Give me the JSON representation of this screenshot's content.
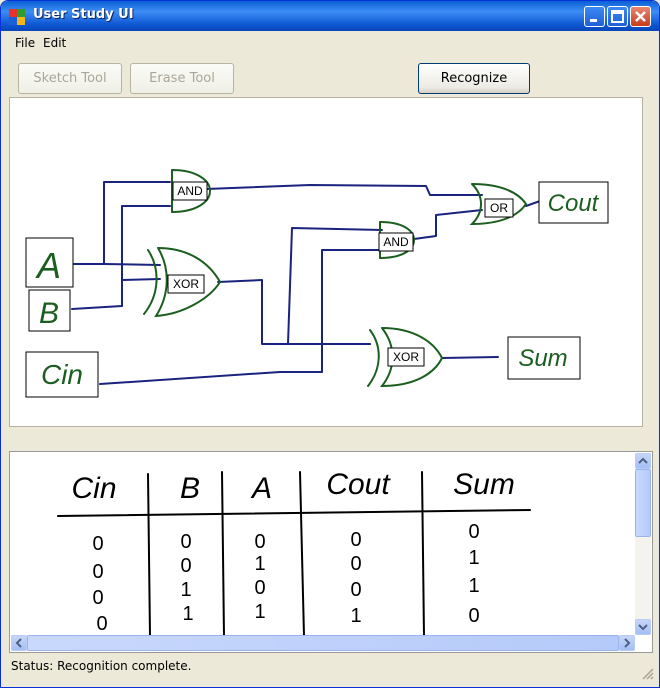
{
  "window": {
    "title": "User Study UI"
  },
  "menu": [
    "File",
    "Edit"
  ],
  "toolbar": {
    "sketch_label": "Sketch Tool",
    "erase_label": "Erase Tool",
    "recognize_label": "Recognize"
  },
  "circuit": {
    "input_labels": [
      "A",
      "B",
      "Cin"
    ],
    "output_labels": [
      "Cout",
      "Sum"
    ],
    "gate_labels": [
      "AND",
      "XOR",
      "AND",
      "OR",
      "XOR"
    ]
  },
  "truth_table": {
    "headers": [
      "Cin",
      "B",
      "A",
      "Cout",
      "Sum"
    ],
    "rows": [
      [
        "0",
        "0",
        "0",
        "0",
        "0"
      ],
      [
        "0",
        "0",
        "1",
        "0",
        "1"
      ],
      [
        "0",
        "1",
        "0",
        "0",
        "1"
      ],
      [
        "0",
        "1",
        "1",
        "1",
        "0"
      ]
    ]
  },
  "status_text": "Status: Recognition complete.",
  "colors": {
    "ink_blue": "#1a237e",
    "ink_green": "#1b5e20",
    "titlebar": "#0a5fd6"
  }
}
